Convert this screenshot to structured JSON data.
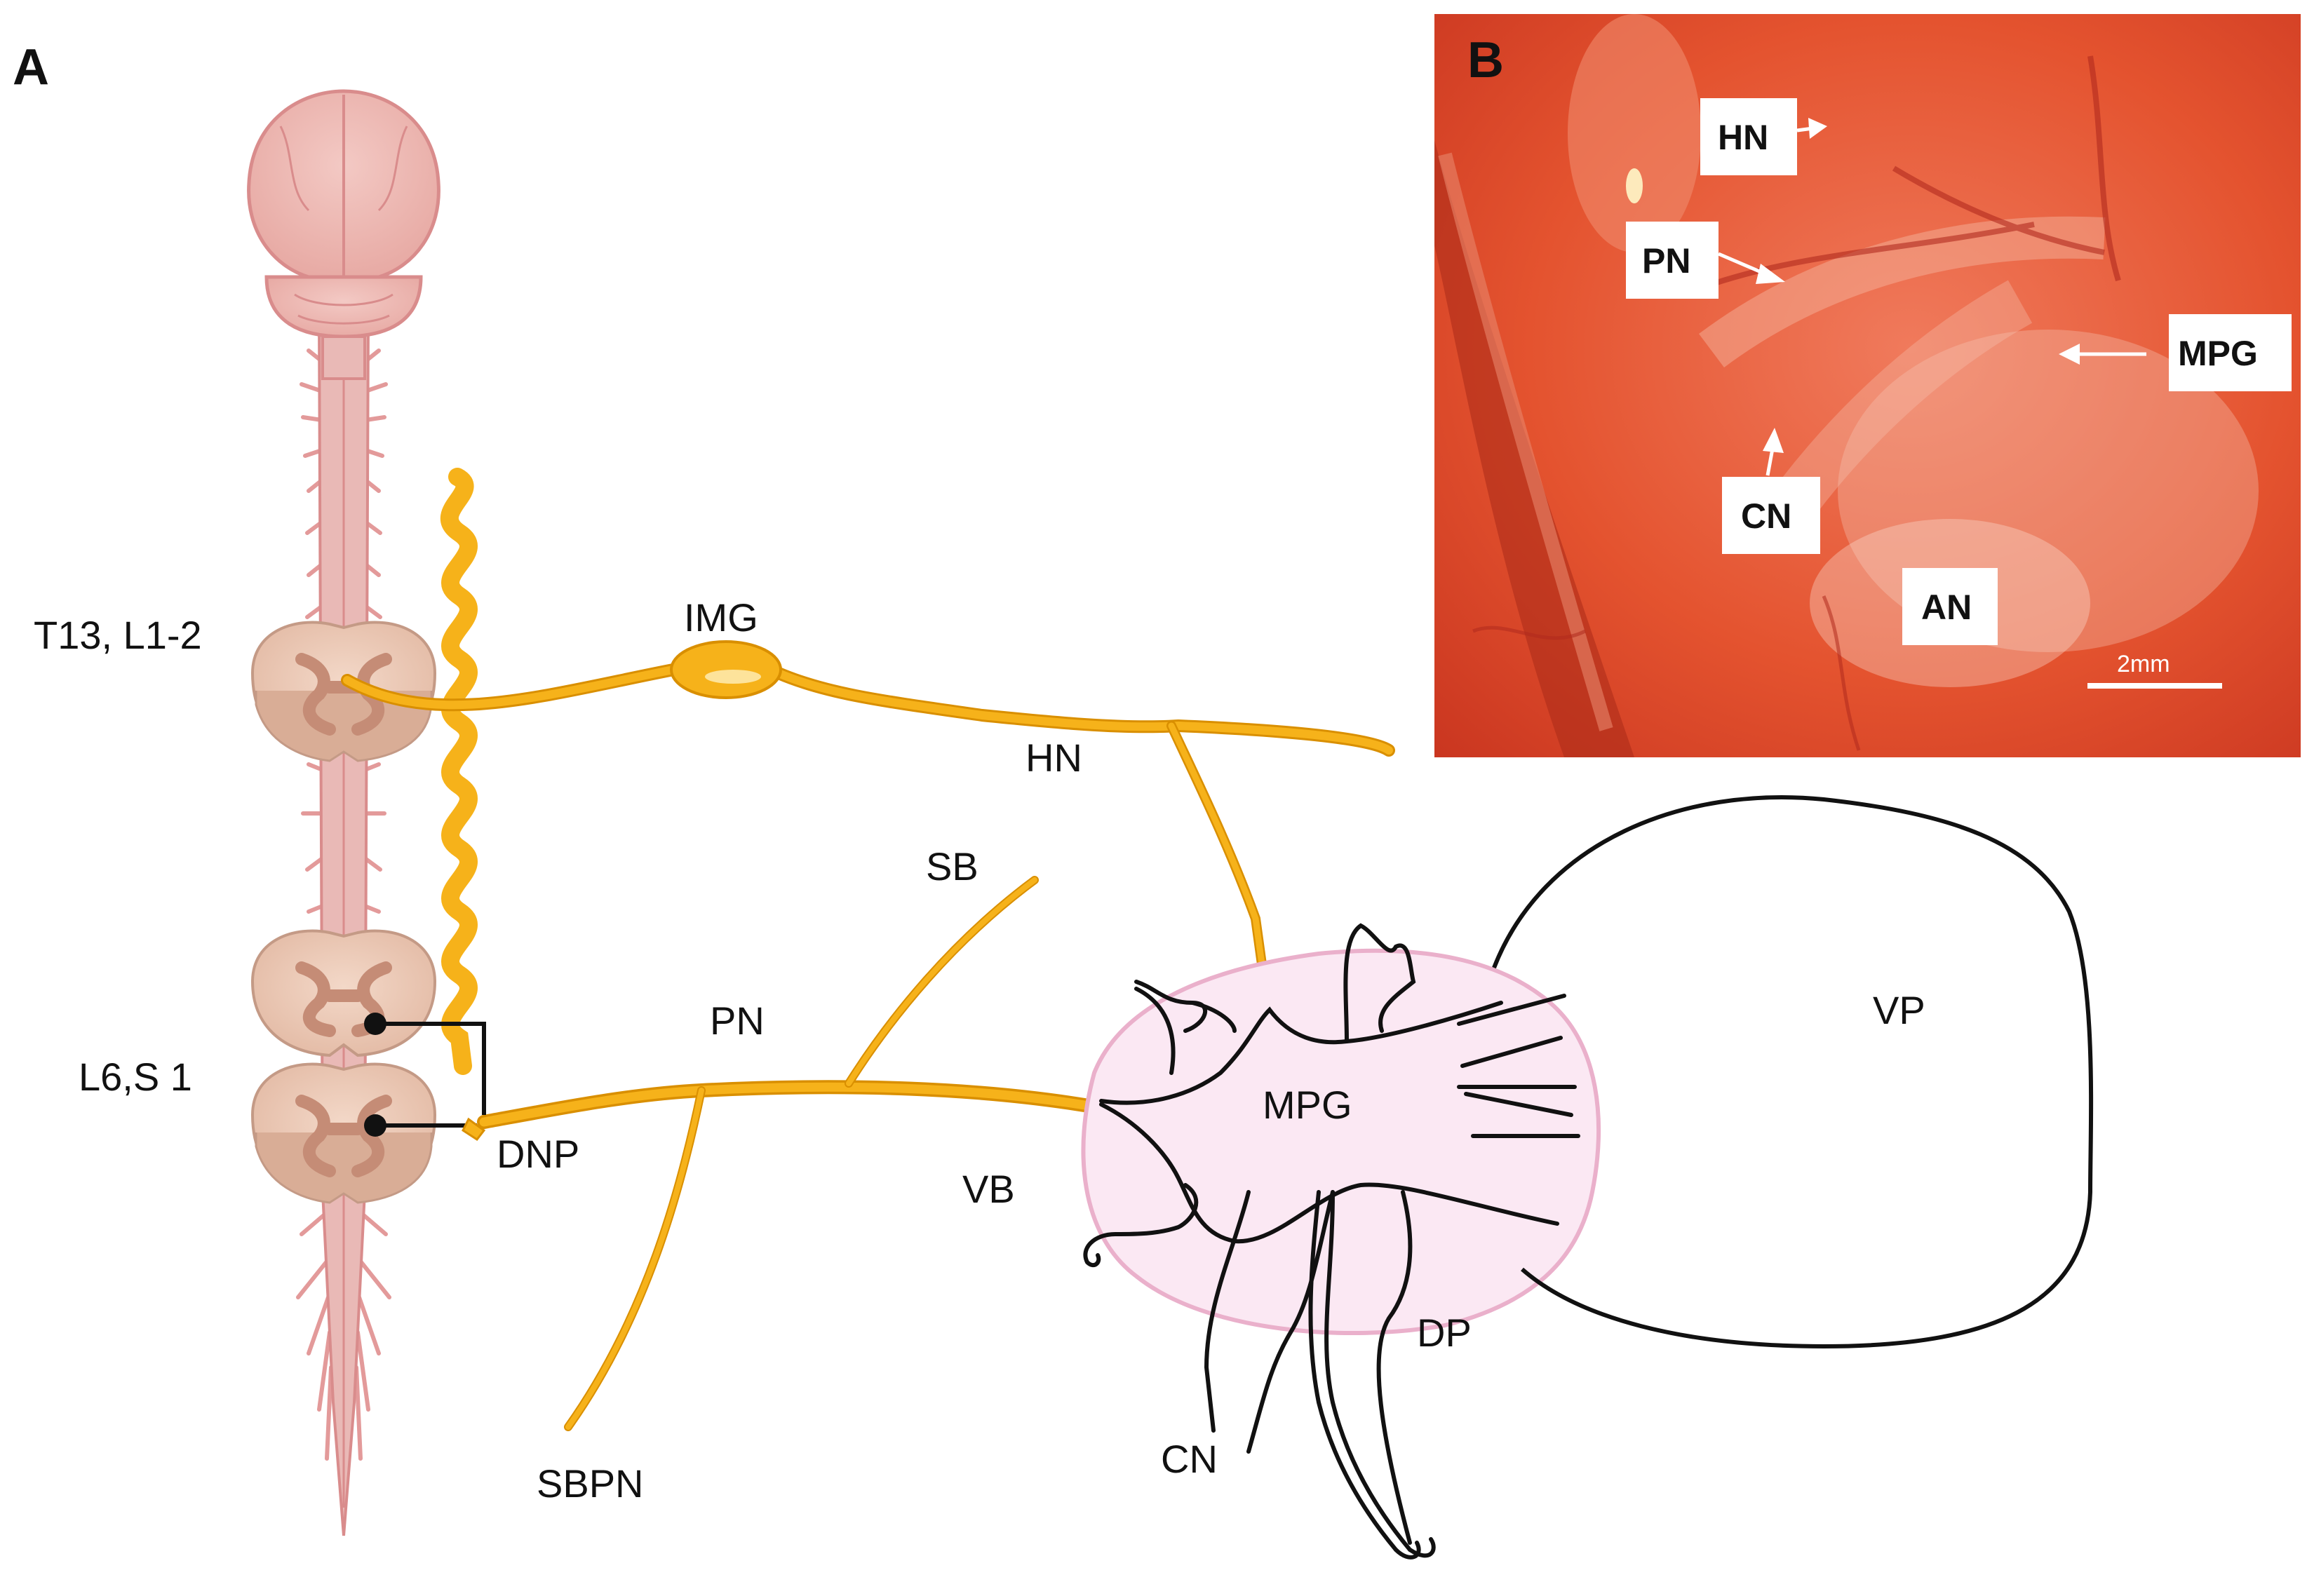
{
  "panels": {
    "a": "A",
    "b": "B"
  },
  "diagram": {
    "spinal_levels": {
      "upper": "T13, L1-2",
      "lower": "L6,S 1"
    },
    "nerves": {
      "img": "IMG",
      "hn": "HN",
      "sb": "SB",
      "pn": "PN",
      "dnp": "DNP",
      "vb": "VB",
      "sbpn": "SBPN",
      "mpg": "MPG",
      "cn": "CN",
      "dp": "DP",
      "vp": "VP"
    }
  },
  "photo": {
    "labels": {
      "hn": "HN",
      "pn": "PN",
      "mpg": "MPG",
      "cn": "CN",
      "an": "AN"
    },
    "scale_bar": "2mm"
  },
  "colors": {
    "nerve": "#f6b21a",
    "nerve_dark": "#d98f00",
    "spinal": "#e9b9b6",
    "spinal_edge": "#d98c8c",
    "ganglion_fill": "#fbe8f3",
    "ganglion_edge": "#eab0cb",
    "cord_section": "#efcfbc",
    "photo_bg": "#d9432c"
  }
}
